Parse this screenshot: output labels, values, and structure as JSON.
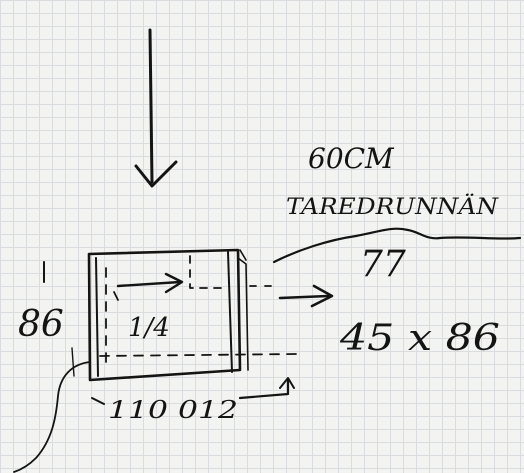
{
  "labels": {
    "top_note": "60CM",
    "top_note_2": "TAREDRUNNÄN",
    "line_number": "77",
    "height_left": "86",
    "size_right": "45 x 86",
    "inner_mark": "1/4",
    "bottom_dimension": "110 012"
  },
  "colors": {
    "ink": "#141414",
    "paper": "#f3f3f1",
    "grid": "#d9dde0"
  }
}
